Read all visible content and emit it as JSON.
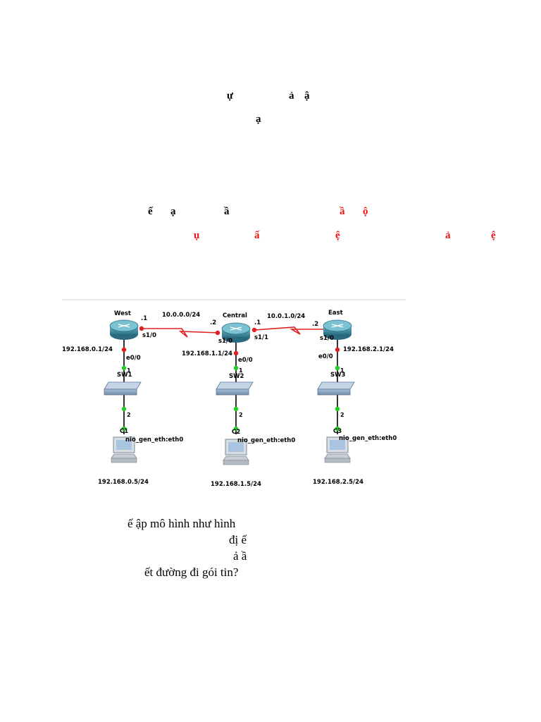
{
  "header_fragments": [
    {
      "text": "ự",
      "red": false
    },
    {
      "text": "ả",
      "red": false
    },
    {
      "text": "ậ",
      "red": false
    },
    {
      "text": "ạ",
      "red": false
    }
  ],
  "task_fragments": [
    {
      "text": "ế",
      "red": false
    },
    {
      "text": "ạ",
      "red": false
    },
    {
      "text": "ầ",
      "red": false
    },
    {
      "text": "ầ",
      "red": true
    },
    {
      "text": "ộ",
      "red": true
    },
    {
      "text": "ụ",
      "red": true
    },
    {
      "text": "ấ",
      "red": true
    },
    {
      "text": "ệ",
      "red": true
    },
    {
      "text": "ả",
      "red": true
    },
    {
      "text": "ệ",
      "red": true
    }
  ],
  "figure": {
    "routers": [
      {
        "name": "West",
        "lan_ip": "192.168.0.1/24",
        "lan_if": "e0/0"
      },
      {
        "name": "Central",
        "lan_ip": "192.168.1.1/24",
        "lan_if": "e0/0"
      },
      {
        "name": "East",
        "lan_ip": "192.168.2.1/24",
        "lan_if": "e0/0"
      }
    ],
    "links": [
      {
        "network": "10.0.0.0/24",
        "left_host": ".1",
        "right_host": ".2",
        "left_if": "s1/0",
        "right_if": "s1/0"
      },
      {
        "network": "10.0.1.0/24",
        "left_host": ".1",
        "right_host": ".2",
        "left_if": "s1/1",
        "right_if": "s1/0"
      }
    ],
    "switches": [
      {
        "name": "SW1",
        "port_up": "1",
        "port_down": "2"
      },
      {
        "name": "SW2",
        "port_up": "1",
        "port_down": "2"
      },
      {
        "name": "SW3",
        "port_up": "1",
        "port_down": "2"
      }
    ],
    "pcs": [
      {
        "name": "C1",
        "if": "nio_gen_eth:eth0",
        "ip": "192.168.0.5/24"
      },
      {
        "name": "C2",
        "if": "nio_gen_eth:eth0",
        "ip": "192.168.1.5/24"
      },
      {
        "name": "C3",
        "if": "nio_gen_eth:eth0",
        "ip": "192.168.2.5/24"
      }
    ],
    "colors": {
      "wan_link": "#e02020",
      "port_up": "#22cc22",
      "port_serial": "#e02020"
    }
  },
  "questions": [
    {
      "text": "ế   ập mô hình như hình"
    },
    {
      "text": "đị          ế"
    },
    {
      "text": "ả                                  ầ"
    },
    {
      "text": "ết đường đi gói tin?"
    }
  ]
}
